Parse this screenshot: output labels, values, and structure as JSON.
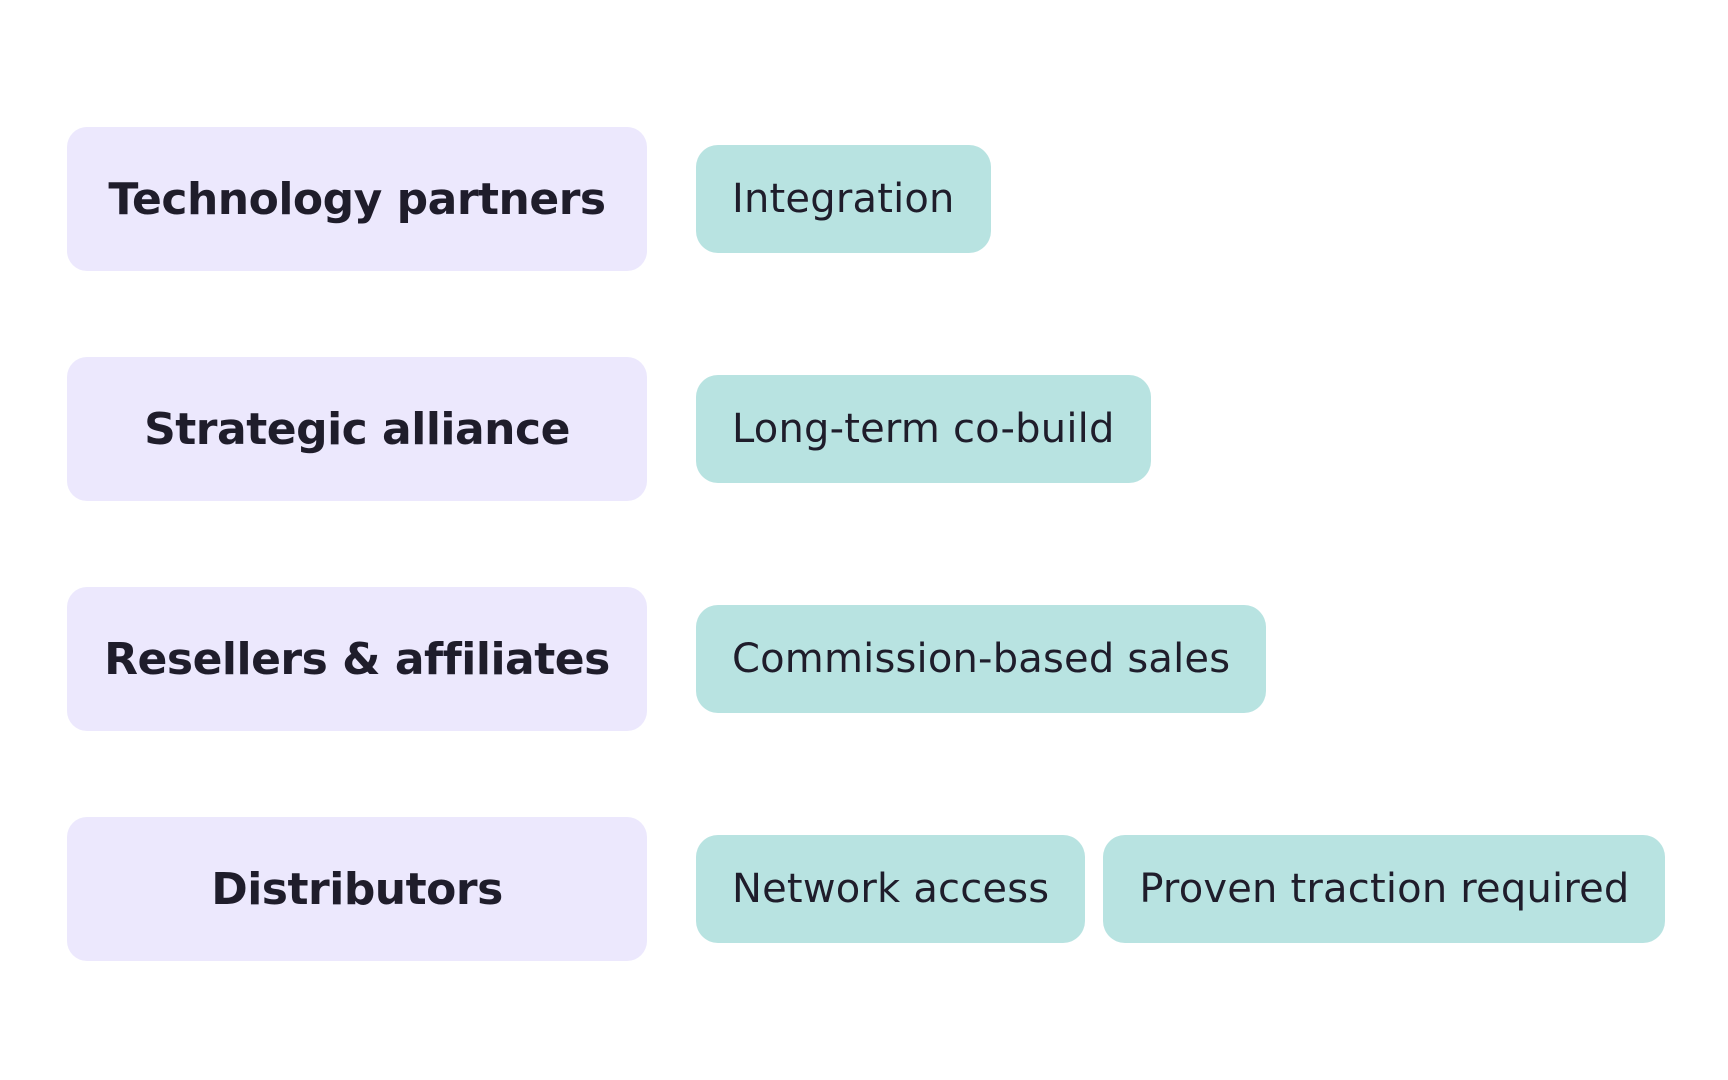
{
  "colors": {
    "label_bg": "#ece8fd",
    "tag_bg": "#b8e3e1",
    "text": "#1f1d2b"
  },
  "rows": [
    {
      "label": "Technology partners",
      "tags": [
        "Integration"
      ]
    },
    {
      "label": "Strategic alliance",
      "tags": [
        "Long-term co-build"
      ]
    },
    {
      "label": "Resellers & affiliates",
      "tags": [
        "Commission-based sales"
      ]
    },
    {
      "label": "Distributors",
      "tags": [
        "Network access",
        "Proven traction required"
      ]
    }
  ]
}
